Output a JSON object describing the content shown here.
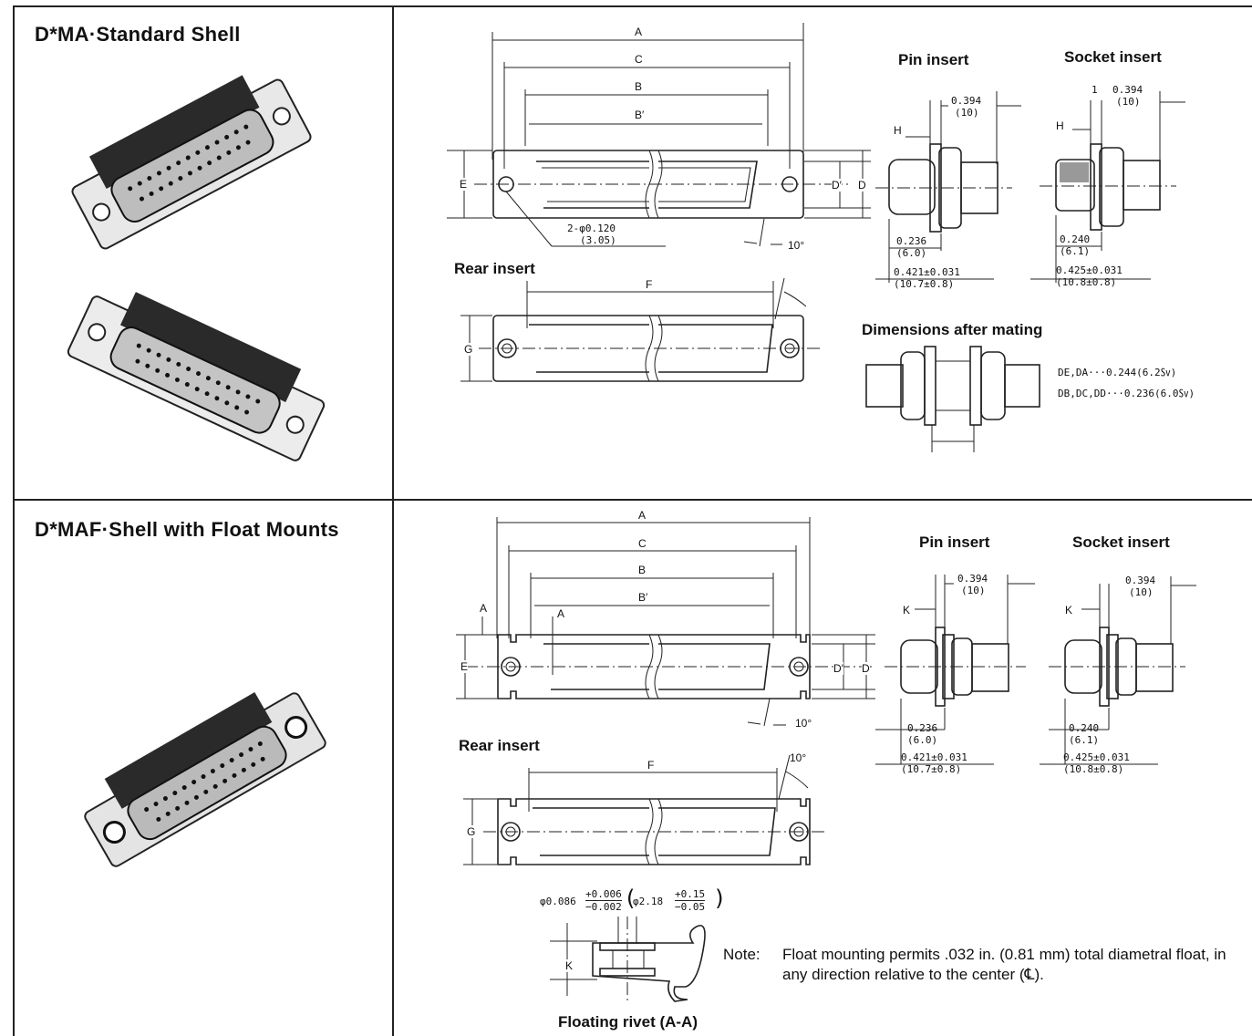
{
  "sections": [
    {
      "title": "D*MA·Standard Shell",
      "drawing": {
        "dim_letters": [
          "A",
          "C",
          "B",
          "B′",
          "E",
          "D′",
          "D",
          "F",
          "G"
        ],
        "hole_note": [
          "2-φ0.120",
          "(3.05)"
        ],
        "angle": "10°",
        "rear_insert_label": "Rear insert",
        "pin_insert": {
          "title": "Pin insert",
          "h": "H",
          "top": [
            "0.394",
            "(10)"
          ],
          "mid": [
            "0.236",
            "(6.0)"
          ],
          "bottom": [
            "0.421±0.031",
            "(10.7±0.8)"
          ]
        },
        "socket_insert": {
          "title": "Socket insert",
          "one": "1",
          "h": "H",
          "top": [
            "0.394",
            "(10)"
          ],
          "mid": [
            "0.240",
            "(6.1)"
          ],
          "bottom": [
            "0.425±0.031",
            "(10.8±0.8)"
          ]
        },
        "mating": {
          "title": "Dimensions after mating",
          "lines": [
            "DE,DA···0.244(6.2㏜)",
            "DB,DC,DD···0.236(6.0㏜)"
          ]
        }
      }
    },
    {
      "title": "D*MAF·Shell with Float Mounts",
      "drawing": {
        "dim_letters": [
          "A",
          "C",
          "B",
          "B′",
          "A",
          "A",
          "E",
          "D′",
          "D",
          "F",
          "G"
        ],
        "angle": "10°",
        "angle_rear": "10°",
        "rear_insert_label": "Rear insert",
        "pin_insert": {
          "title": "Pin insert",
          "k": "K",
          "top": [
            "0.394",
            "(10)"
          ],
          "mid": [
            "0.236",
            "(6.0)"
          ],
          "bottom": [
            "0.421±0.031",
            "(10.7±0.8)"
          ]
        },
        "socket_insert": {
          "title": "Socket insert",
          "k": "K",
          "top": [
            "0.394",
            "(10)"
          ],
          "mid": [
            "0.240",
            "(6.1)"
          ],
          "bottom": [
            "0.425±0.031",
            "(10.8±0.8)"
          ]
        },
        "rivet": {
          "dia": "φ0.086",
          "tol_in": [
            "+0.006",
            "−0.002"
          ],
          "dia_mm": "φ2.18",
          "tol_mm": [
            "+0.15",
            "−0.05"
          ],
          "k": "K",
          "caption": "Floating rivet (A-A)"
        },
        "note_label": "Note:",
        "note_text": "Float mounting permits .032 in. (0.81 mm) total diametral float, in any direction relative to the center (℄)."
      }
    }
  ]
}
